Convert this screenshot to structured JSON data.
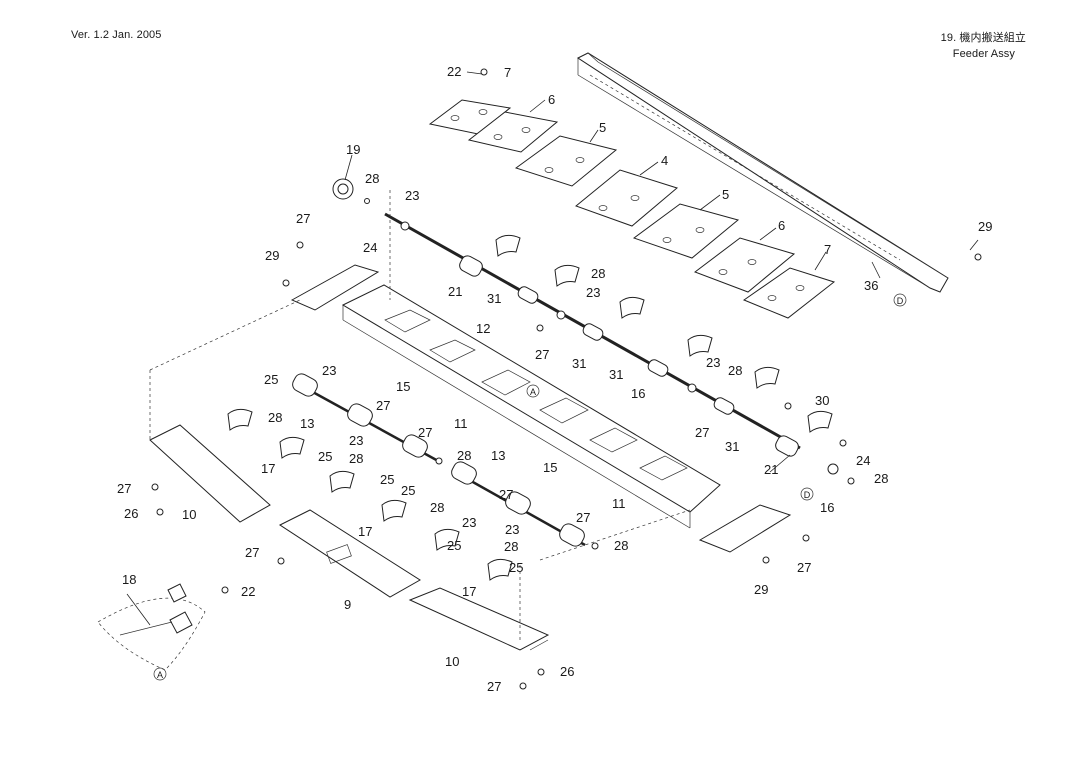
{
  "header": {
    "version": "Ver. 1.2  Jan. 2005",
    "section_title": "19.  機内搬送組立",
    "section_subtitle": "Feeder Assy"
  },
  "callouts": {
    "c22a": "22",
    "c7a": "7",
    "c6a": "6",
    "c5a": "5",
    "c19": "19",
    "c28a": "28",
    "c4": "4",
    "c23a": "23",
    "c5b": "5",
    "c27a": "27",
    "c6b": "6",
    "c29a": "29",
    "c24a": "24",
    "c29b": "29",
    "c7b": "7",
    "c28b": "28",
    "c21a": "21",
    "c36": "36",
    "c31a": "31",
    "c23b": "23",
    "c12": "12",
    "c27b": "27",
    "c31b": "31",
    "c23c": "23",
    "c28c": "28",
    "c31c": "31",
    "c25a": "25",
    "c23d": "23",
    "c15a": "15",
    "c16a": "16",
    "c30": "30",
    "c28d": "28",
    "c13a": "13",
    "c27c": "27",
    "c11a": "11",
    "c27d": "27",
    "c27e": "27",
    "c23e": "23",
    "c25b": "25",
    "c28e": "28",
    "c28f": "28",
    "c13b": "13",
    "c15b": "15",
    "c31d": "31",
    "c21b": "21",
    "c24b": "24",
    "c28g": "28",
    "c17a": "17",
    "c25c": "25",
    "c27f": "27",
    "c25d": "25",
    "c27g": "27",
    "c11b": "11",
    "c26a": "26",
    "c10a": "10",
    "c28h": "28",
    "c23f": "23",
    "c27h": "27",
    "c16b": "16",
    "c17b": "17",
    "c23g": "23",
    "c25e": "25",
    "c28i": "28",
    "c28j": "28",
    "c27i": "27",
    "c25f": "25",
    "c27j": "27",
    "c18": "18",
    "c22b": "22",
    "c9": "9",
    "c17c": "17",
    "c29c": "29",
    "c10b": "10",
    "c26b": "26",
    "c27k": "27"
  },
  "reference_marks": {
    "a1": "A",
    "a2": "A",
    "d1": "D",
    "d2": "D"
  }
}
